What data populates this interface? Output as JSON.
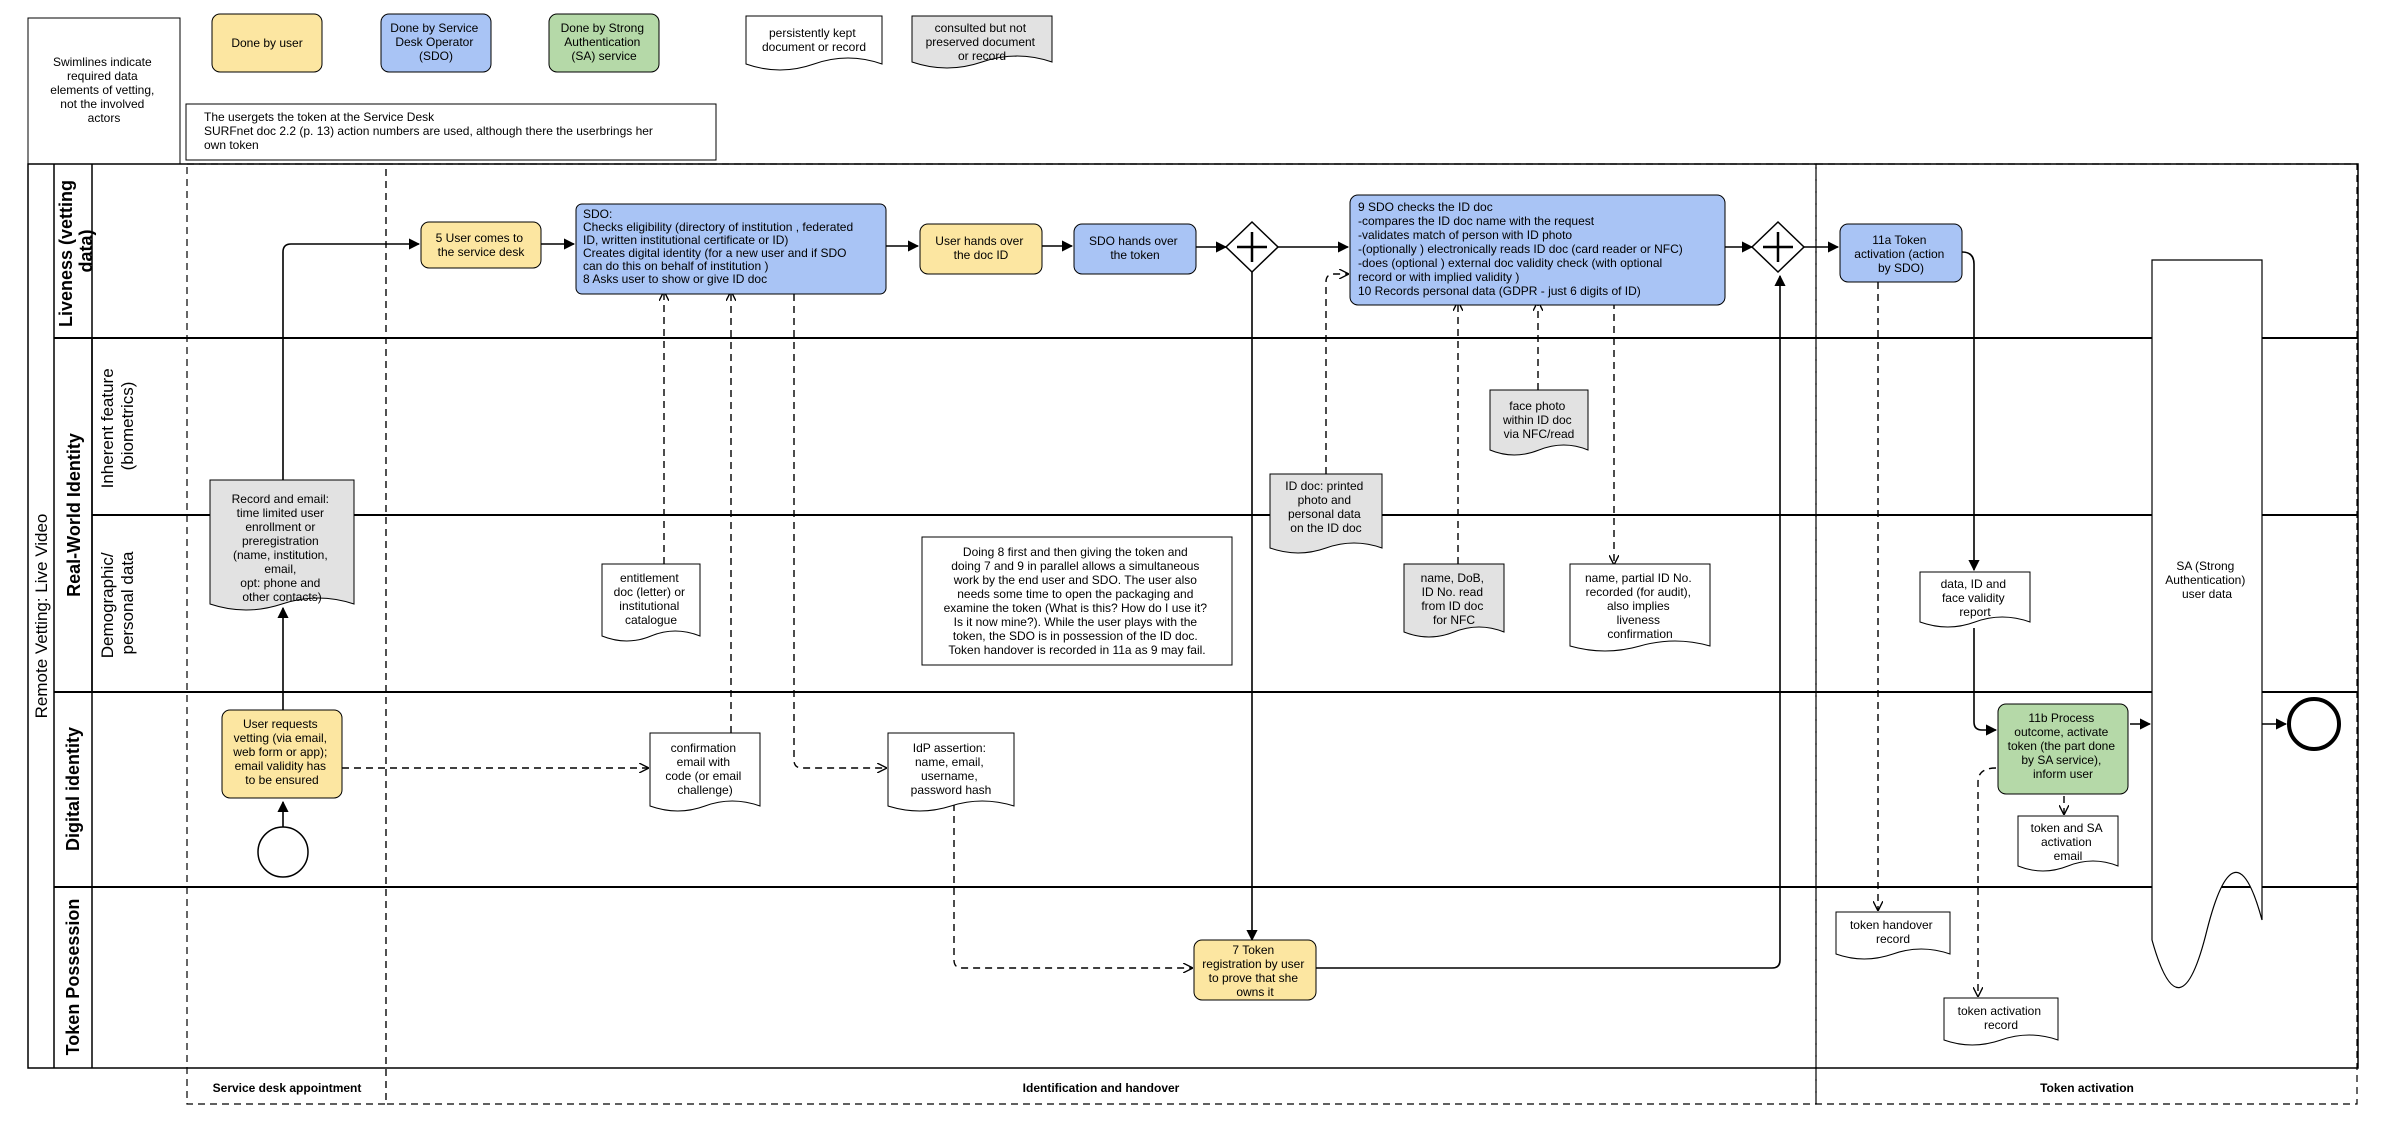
{
  "legend": {
    "note": [
      "Swimlines indicate",
      "required data",
      "elements of vetting,",
      "not the involved",
      "actors"
    ],
    "done_by_user": "Done by user",
    "done_by_sdo": [
      "Done by Service",
      "Desk Operator",
      "(SDO)"
    ],
    "done_by_sa": [
      "Done by Strong",
      "Authentication",
      "(SA) service"
    ],
    "persistent_doc": [
      "persistently kept",
      "document or record"
    ],
    "consulted_doc": [
      "consulted but not",
      "preserved document",
      "or record"
    ]
  },
  "scenario_note": [
    "The  usergets the token at the  Service  Desk",
    "SURFnet doc 2.2 (p. 13) action  numbers are used, although  there  the  userbrings her",
    "own token"
  ],
  "pool_title": "Remote Vetting: Live Video",
  "lanes": {
    "liveness": [
      "Liveness (vetting",
      "data)"
    ],
    "real_world": "Real-World Identity",
    "inherent": [
      "Inherent feature",
      "(biometrics)"
    ],
    "demographic": [
      "Demographic/",
      "personal data"
    ],
    "digital": "Digital identity",
    "token": "Token Possession"
  },
  "phases": {
    "appointment": "Service desk appointment",
    "identification": "Identification and handover",
    "activation": "Token activation"
  },
  "tasks": {
    "user_requests": [
      "User requests",
      "vetting (via email,",
      "web form or app);",
      "email validity has",
      "to be ensured"
    ],
    "user_comes": [
      "5 User comes to",
      "the service desk"
    ],
    "sdo_checks": [
      "SDO:",
      "Checks eligibility  (directory  of institution , federated",
      "ID, written  institutional  certificate  or ID)",
      "Creates digital identity  (for a new user and if SDO",
      "can do this on behalf  of institution )",
      "8 Asks user to show or give  ID doc"
    ],
    "user_hands": [
      "User hands over",
      "the doc ID"
    ],
    "sdo_hands": [
      "SDO hands over",
      "the token"
    ],
    "sdo_checks_id": [
      "9 SDO  checks the ID doc",
      "-compares  the ID doc name  with  the request",
      "-validates  match  of person with ID photo",
      "-(optionally  ) electronically   reads ID doc (card reader or NFC)",
      "-does (optional  ) external  doc validity   check (with optional",
      "record or with  implied  validity  )",
      "10 Records personal data  (GDPR  - just 6 digits of ID)"
    ],
    "token_activation_11a": [
      "11a Token",
      "activation (action",
      "by SDO)"
    ],
    "token_registration": [
      "7  Token",
      "registration by user",
      "to prove that she",
      "owns it"
    ],
    "process_11b": [
      "11b Process",
      "outcome, activate",
      "token (the part done",
      "by SA service),",
      "inform user"
    ]
  },
  "documents": {
    "record_email": [
      "Record and email:",
      "time limited user",
      "enrollment or",
      "preregistration",
      "(name, institution,",
      "email,",
      "opt: phone and",
      "other contacts)"
    ],
    "entitlement": [
      "entitlement",
      "doc (letter) or",
      "institutional",
      "catalogue"
    ],
    "confirmation": [
      "confirmation",
      "email with",
      "code (or email",
      "challenge)"
    ],
    "idp": [
      "IdP assertion:",
      "name, email,",
      "username,",
      "password hash"
    ],
    "id_doc": [
      "ID doc: printed",
      "photo and",
      "personal data",
      "on the ID doc"
    ],
    "face_photo": [
      "face photo",
      "within ID doc",
      "via NFC/read"
    ],
    "name_dob": [
      "name, DoB,",
      "ID No. read",
      "from ID doc",
      "for NFC"
    ],
    "name_partial": [
      "name, partial ID No.",
      "recorded (for audit),",
      "also implies",
      "liveness",
      "confirmation"
    ],
    "data_id_face": [
      "data, ID and",
      "face validity",
      "report"
    ],
    "token_sa_email": [
      "token and SA",
      "activation",
      "email"
    ],
    "token_handover": [
      "token handover",
      "record"
    ],
    "token_activation_rec": [
      "token activation",
      "record"
    ],
    "sa_user_data": [
      "SA (Strong",
      "Authentication)",
      "user data"
    ]
  },
  "annotation": [
    "Doing 8 first and then giving the token and",
    "doing 7 and 9 in parallel allows a simultaneous",
    "work by the end user and SDO. The user also",
    "needs some time to open the packaging and",
    "examine the token (What is this? How do I use it?",
    "Is it now mine?). While the user plays with the",
    "token, the SDO is in possession of the ID doc.",
    "Token handover  is recorded in 11a as 9 may fail."
  ],
  "colors": {
    "user_fill": "#fce6a1",
    "sdo_fill": "#a9c4f5",
    "sa_fill": "#b5d9a8",
    "consulted_fill": "#e2e2e2",
    "line": "#000000"
  }
}
